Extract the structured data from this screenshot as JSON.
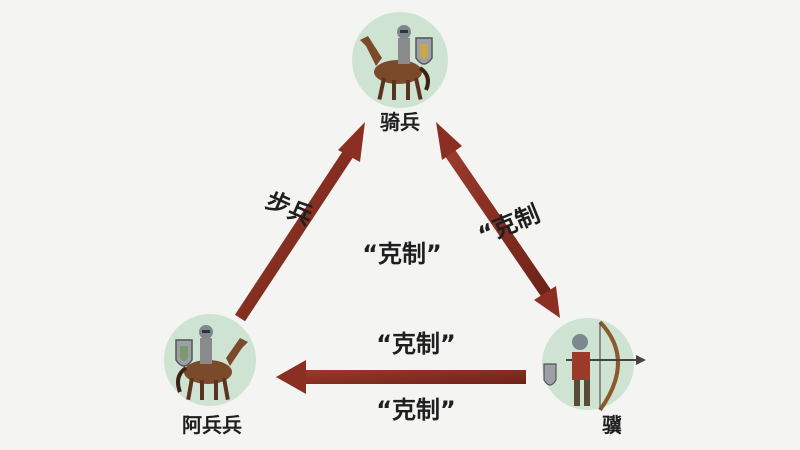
{
  "nodes": {
    "top": {
      "label": "骑兵"
    },
    "left": {
      "label": "阿兵兵"
    },
    "right": {
      "label": "骥"
    }
  },
  "edges": {
    "left_side": {
      "label": "步兵"
    },
    "center": {
      "label": "“克制”"
    },
    "right_side": {
      "label": "“克制"
    },
    "bottom_upper": {
      "label": "“克制”"
    },
    "bottom_lower": {
      "label": "“克制”"
    }
  },
  "colors": {
    "arrow": "#8b2f22",
    "arrow_shade": "#6e2218",
    "circle": "#cfe3d3",
    "text": "#1f1f1f"
  }
}
